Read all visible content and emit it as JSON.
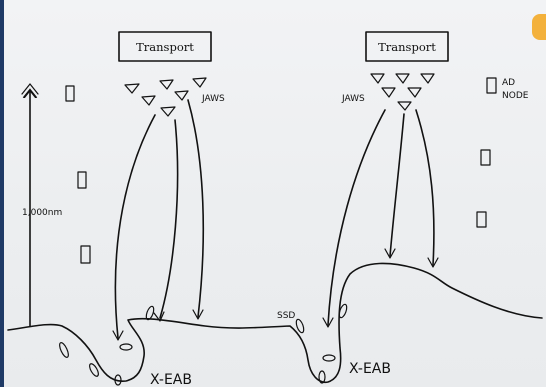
{
  "labels": {
    "transport_left": "Transport",
    "transport_right": "Transport",
    "jaws_left": "JAWS",
    "jaws_right": "JAWS",
    "ad_node_line1": "AD",
    "ad_node_line2": "NODE",
    "altitude": "1,000nm",
    "ssd": "SSD",
    "xeab_left": "X-EAB",
    "xeab_right": "X-EAB"
  },
  "colors": {
    "paper": "#eceef0",
    "ink": "#121212",
    "frame": "#1f3a66",
    "sticky": "#f3b13c"
  }
}
